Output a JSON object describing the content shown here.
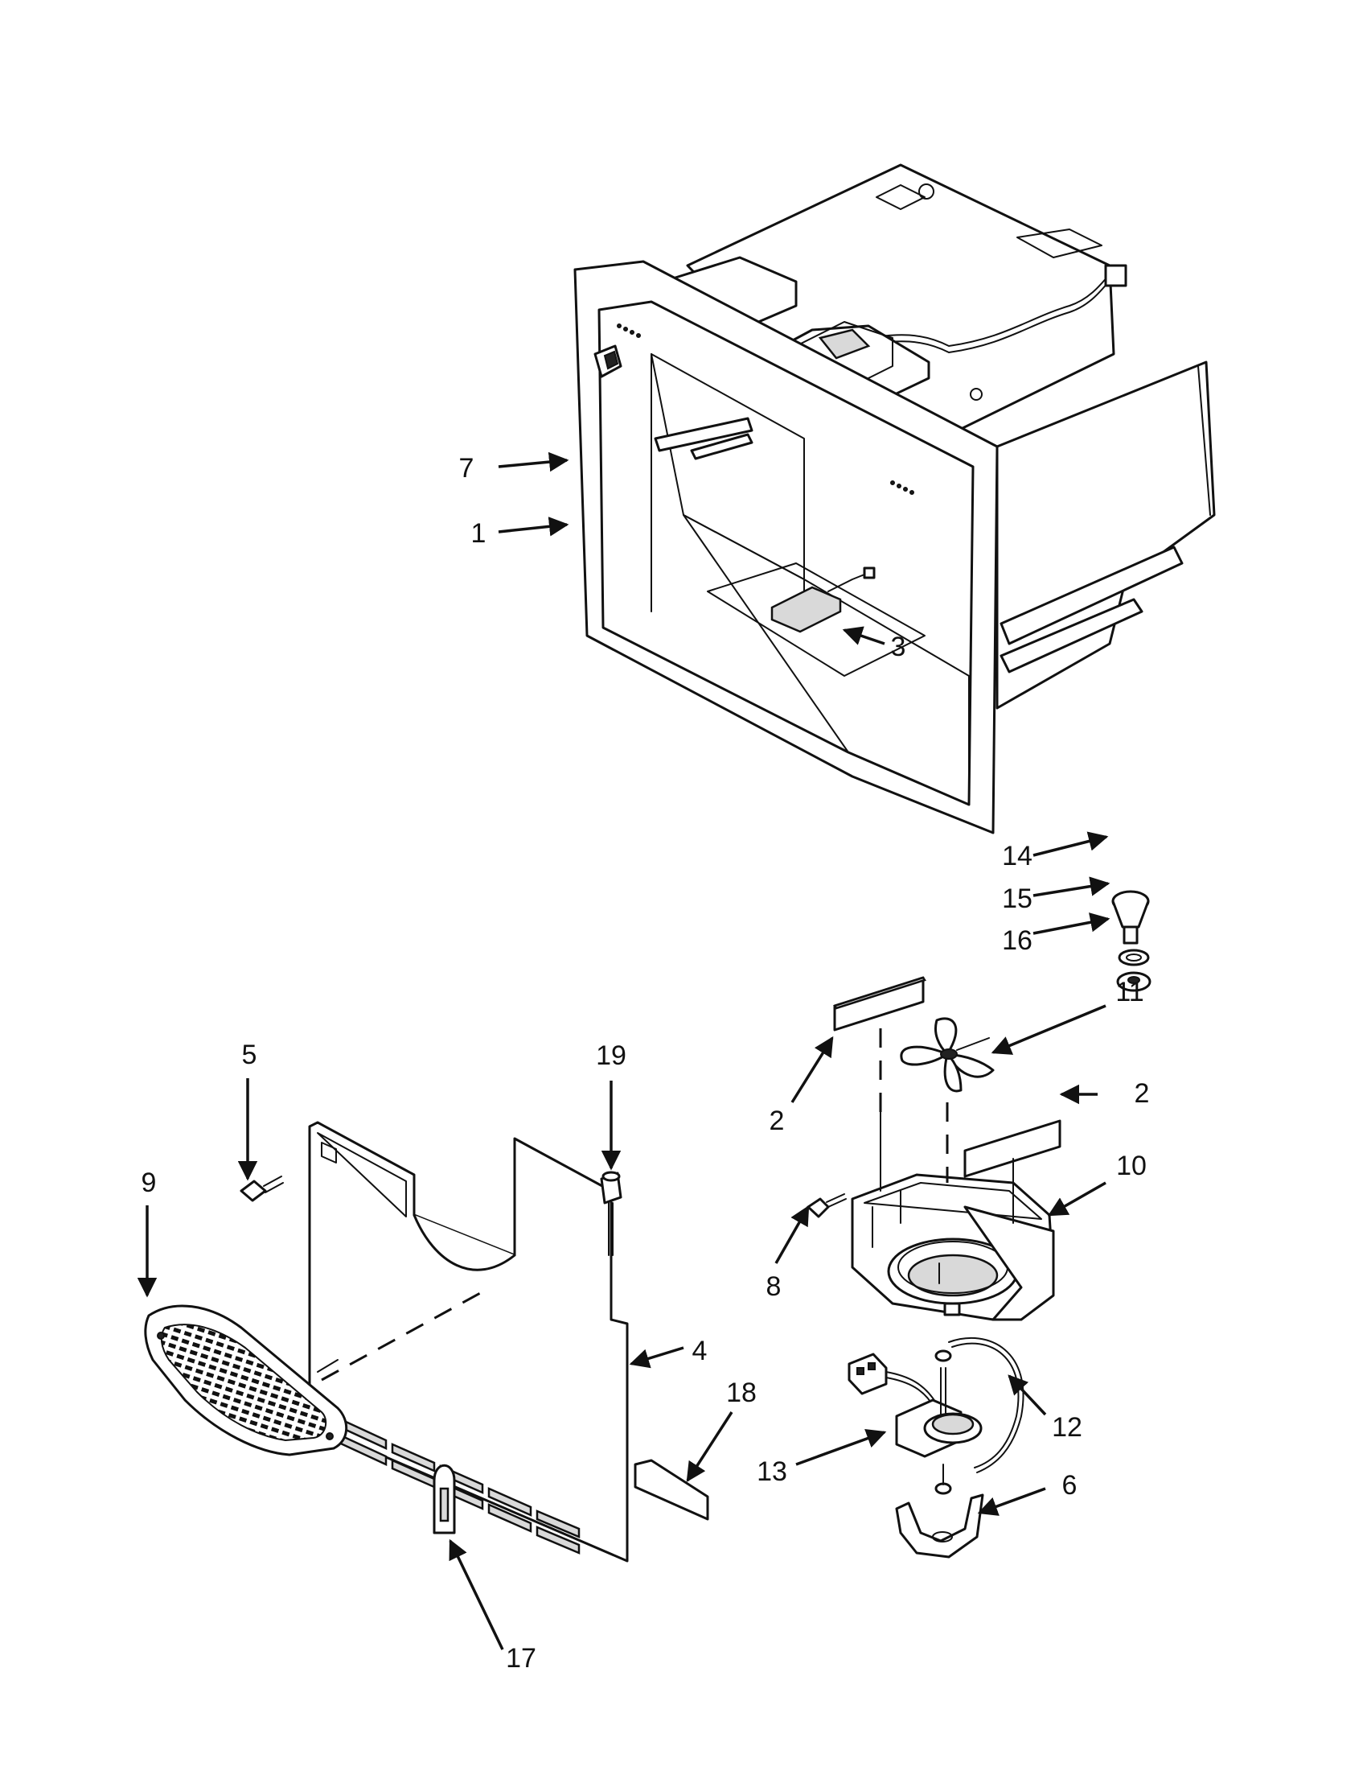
{
  "callouts": [
    {
      "id": "c1",
      "label": "1"
    },
    {
      "id": "c2a",
      "label": "2"
    },
    {
      "id": "c2b",
      "label": "2"
    },
    {
      "id": "c3",
      "label": "3"
    },
    {
      "id": "c4",
      "label": "4"
    },
    {
      "id": "c5",
      "label": "5"
    },
    {
      "id": "c6",
      "label": "6"
    },
    {
      "id": "c7",
      "label": "7"
    },
    {
      "id": "c8",
      "label": "8"
    },
    {
      "id": "c9",
      "label": "9"
    },
    {
      "id": "c10",
      "label": "10"
    },
    {
      "id": "c11",
      "label": "11"
    },
    {
      "id": "c12",
      "label": "12"
    },
    {
      "id": "c13",
      "label": "13"
    },
    {
      "id": "c14",
      "label": "14"
    },
    {
      "id": "c15",
      "label": "15"
    },
    {
      "id": "c16",
      "label": "16"
    },
    {
      "id": "c17",
      "label": "17"
    },
    {
      "id": "c18",
      "label": "18"
    },
    {
      "id": "c19",
      "label": "19"
    }
  ]
}
